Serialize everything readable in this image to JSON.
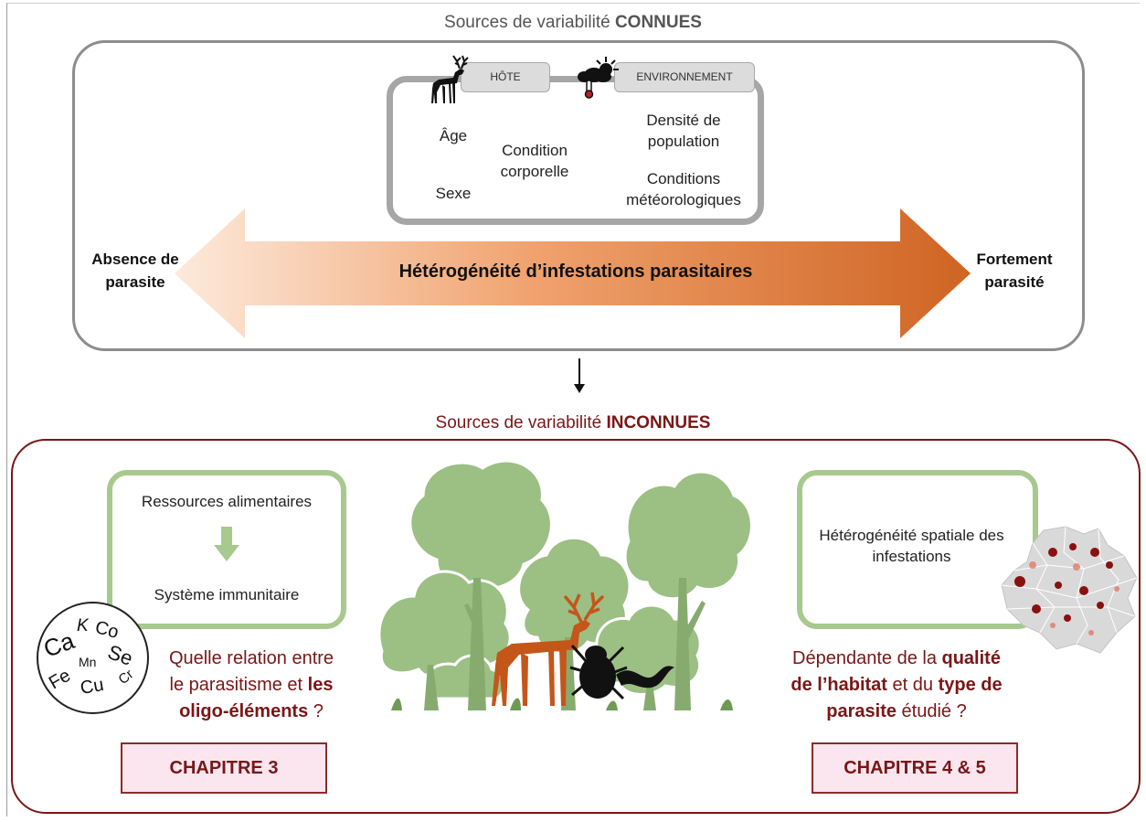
{
  "known": {
    "title_prefix": "Sources de variabilité ",
    "title_bold": "CONNUES",
    "tab_host": "HÔTE",
    "tab_env": "ENVIRONNEMENT",
    "age": "Âge",
    "sex": "Sexe",
    "condition": "Condition corporelle",
    "density": "Densité de population",
    "weather": "Conditions météorologiques",
    "left_label": "Absence de parasite",
    "right_label": "Fortement parasité",
    "arrow_label": "Hétérogénéité d’infestations parasitaires"
  },
  "unknown": {
    "title_prefix": "Sources de variabilité ",
    "title_bold": "INCONNUES",
    "resources": "Ressources alimentaires",
    "immune": "Système immunitaire",
    "q1_a": "Quelle relation entre",
    "q1_b": "le parasitisme et ",
    "q1_c": "les",
    "q1_d": "oligo-éléments",
    "q1_e": " ?",
    "chap1": "CHAPITRE 3",
    "spatial": "Hétérogénéité spatiale des infestations",
    "q2_a": "Dépendante de la ",
    "q2_b": "qualité",
    "q2_c": "de l’habitat",
    "q2_d": " et du ",
    "q2_e": "type de",
    "q2_f": "parasite",
    "q2_g": " étudié ?",
    "chap2": "CHAPITRE 4 & 5"
  },
  "elements": [
    "Ca",
    "K",
    "Co",
    "Mn",
    "Se",
    "Fe",
    "Cu",
    "Cr"
  ],
  "colors": {
    "known_title": "#555555",
    "unknown_accent": "#7a1616",
    "green": "#a7c98e",
    "tree": "#9cbf84",
    "deer": "#c4561a",
    "arrow_start": "#fbe3d2",
    "arrow_end": "#d0692a"
  },
  "icons": [
    "deer-icon",
    "weather-icon",
    "arrow-down-icon",
    "green-arrow-icon",
    "forest-illustration",
    "map-icon",
    "tick-icon"
  ]
}
